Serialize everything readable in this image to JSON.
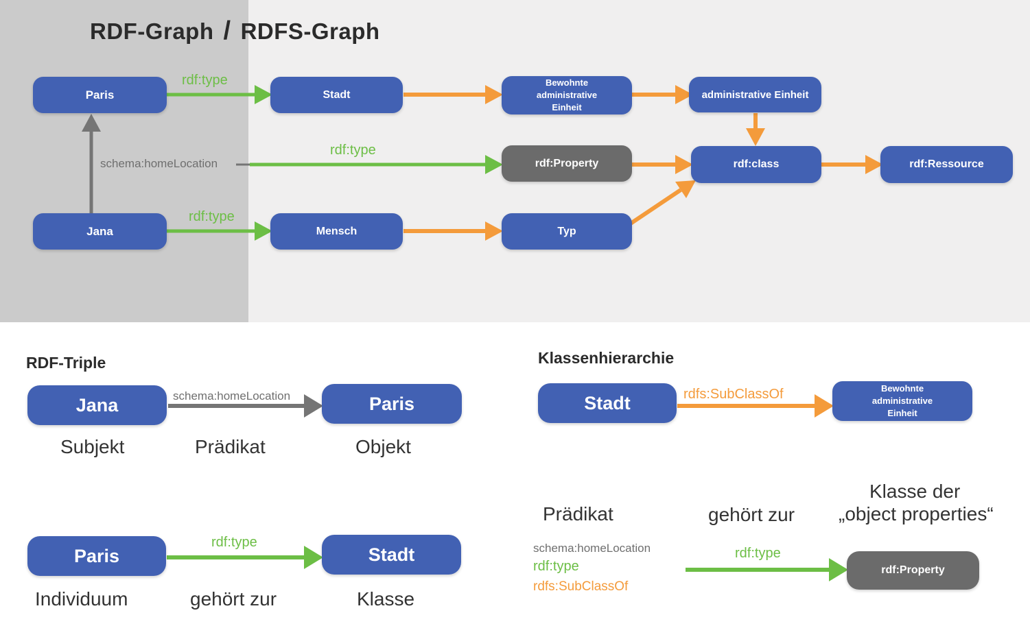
{
  "colors": {
    "node_blue": "#4261b3",
    "node_gray": "#6b6b6b",
    "edge_green": "#6cbe45",
    "edge_orange": "#f49b3b",
    "edge_gray": "#757575",
    "panel_dark": "#cbcbcb",
    "panel_light": "#f0efef",
    "text_dark": "#2b2b2b",
    "text_gray": "#6f6f6f"
  },
  "header": {
    "title_left": "RDF-Graph",
    "title_separator": "/",
    "title_right": "RDFS-Graph"
  },
  "graph": {
    "nodes": {
      "paris": "Paris",
      "stadt": "Stadt",
      "bewohnte": "Bewohnte administrative Einheit",
      "admin_einheit": "administrative Einheit",
      "rdf_property": "rdf:Property",
      "rdf_class": "rdf:class",
      "rdf_ressource": "rdf:Ressource",
      "jana": "Jana",
      "mensch": "Mensch",
      "typ": "Typ"
    },
    "edge_labels": {
      "rdf_type_top": "rdf:type",
      "schema_homelocation": "schema:homeLocation",
      "rdf_type_mid": "rdf:type",
      "rdf_type_bottom": "rdf:type"
    }
  },
  "rdf_triple": {
    "heading": "RDF-Triple",
    "row1": {
      "subject": "Jana",
      "predicate_label": "schema:homeLocation",
      "object": "Paris",
      "roles": [
        "Subjekt",
        "Prädikat",
        "Objekt"
      ]
    },
    "row2": {
      "subject": "Paris",
      "predicate_label": "rdf:type",
      "object": "Stadt",
      "roles": [
        "Individuum",
        "gehört zur",
        "Klasse"
      ]
    }
  },
  "klassenhierarchie": {
    "heading": "Klassenhierarchie",
    "row1": {
      "subject": "Stadt",
      "predicate_label": "rdfs:SubClassOf",
      "object": "Bewohnte administrative Einheit"
    },
    "annotation": {
      "left": "Prädikat",
      "middle": "gehört zur",
      "right_line1": "Klasse der",
      "right_line2": "„object properties“"
    },
    "predicates": [
      "schema:homeLocation",
      "rdf:type",
      "rdfs:SubClassOf"
    ],
    "row2": {
      "arrow_label": "rdf:type",
      "object": "rdf:Property"
    }
  }
}
